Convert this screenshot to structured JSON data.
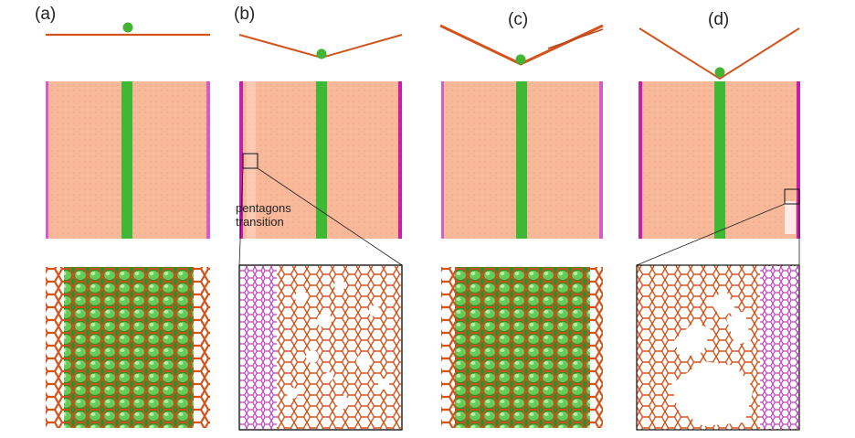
{
  "figure": {
    "panels": [
      {
        "label": "(a)"
      },
      {
        "label": "(b)"
      },
      {
        "label": "(c)"
      },
      {
        "label": "(d)"
      }
    ],
    "annotation": {
      "line1": "pentagons",
      "line2": "transition"
    },
    "colors": {
      "sheet": "#f8b89a",
      "sheet_texture": "#f2a887",
      "stripe": "#3fb836",
      "edge": "#cc44bb",
      "lattice": "#d2541c",
      "defect_lattice": "#c040c0",
      "ball": "#43b534"
    }
  }
}
